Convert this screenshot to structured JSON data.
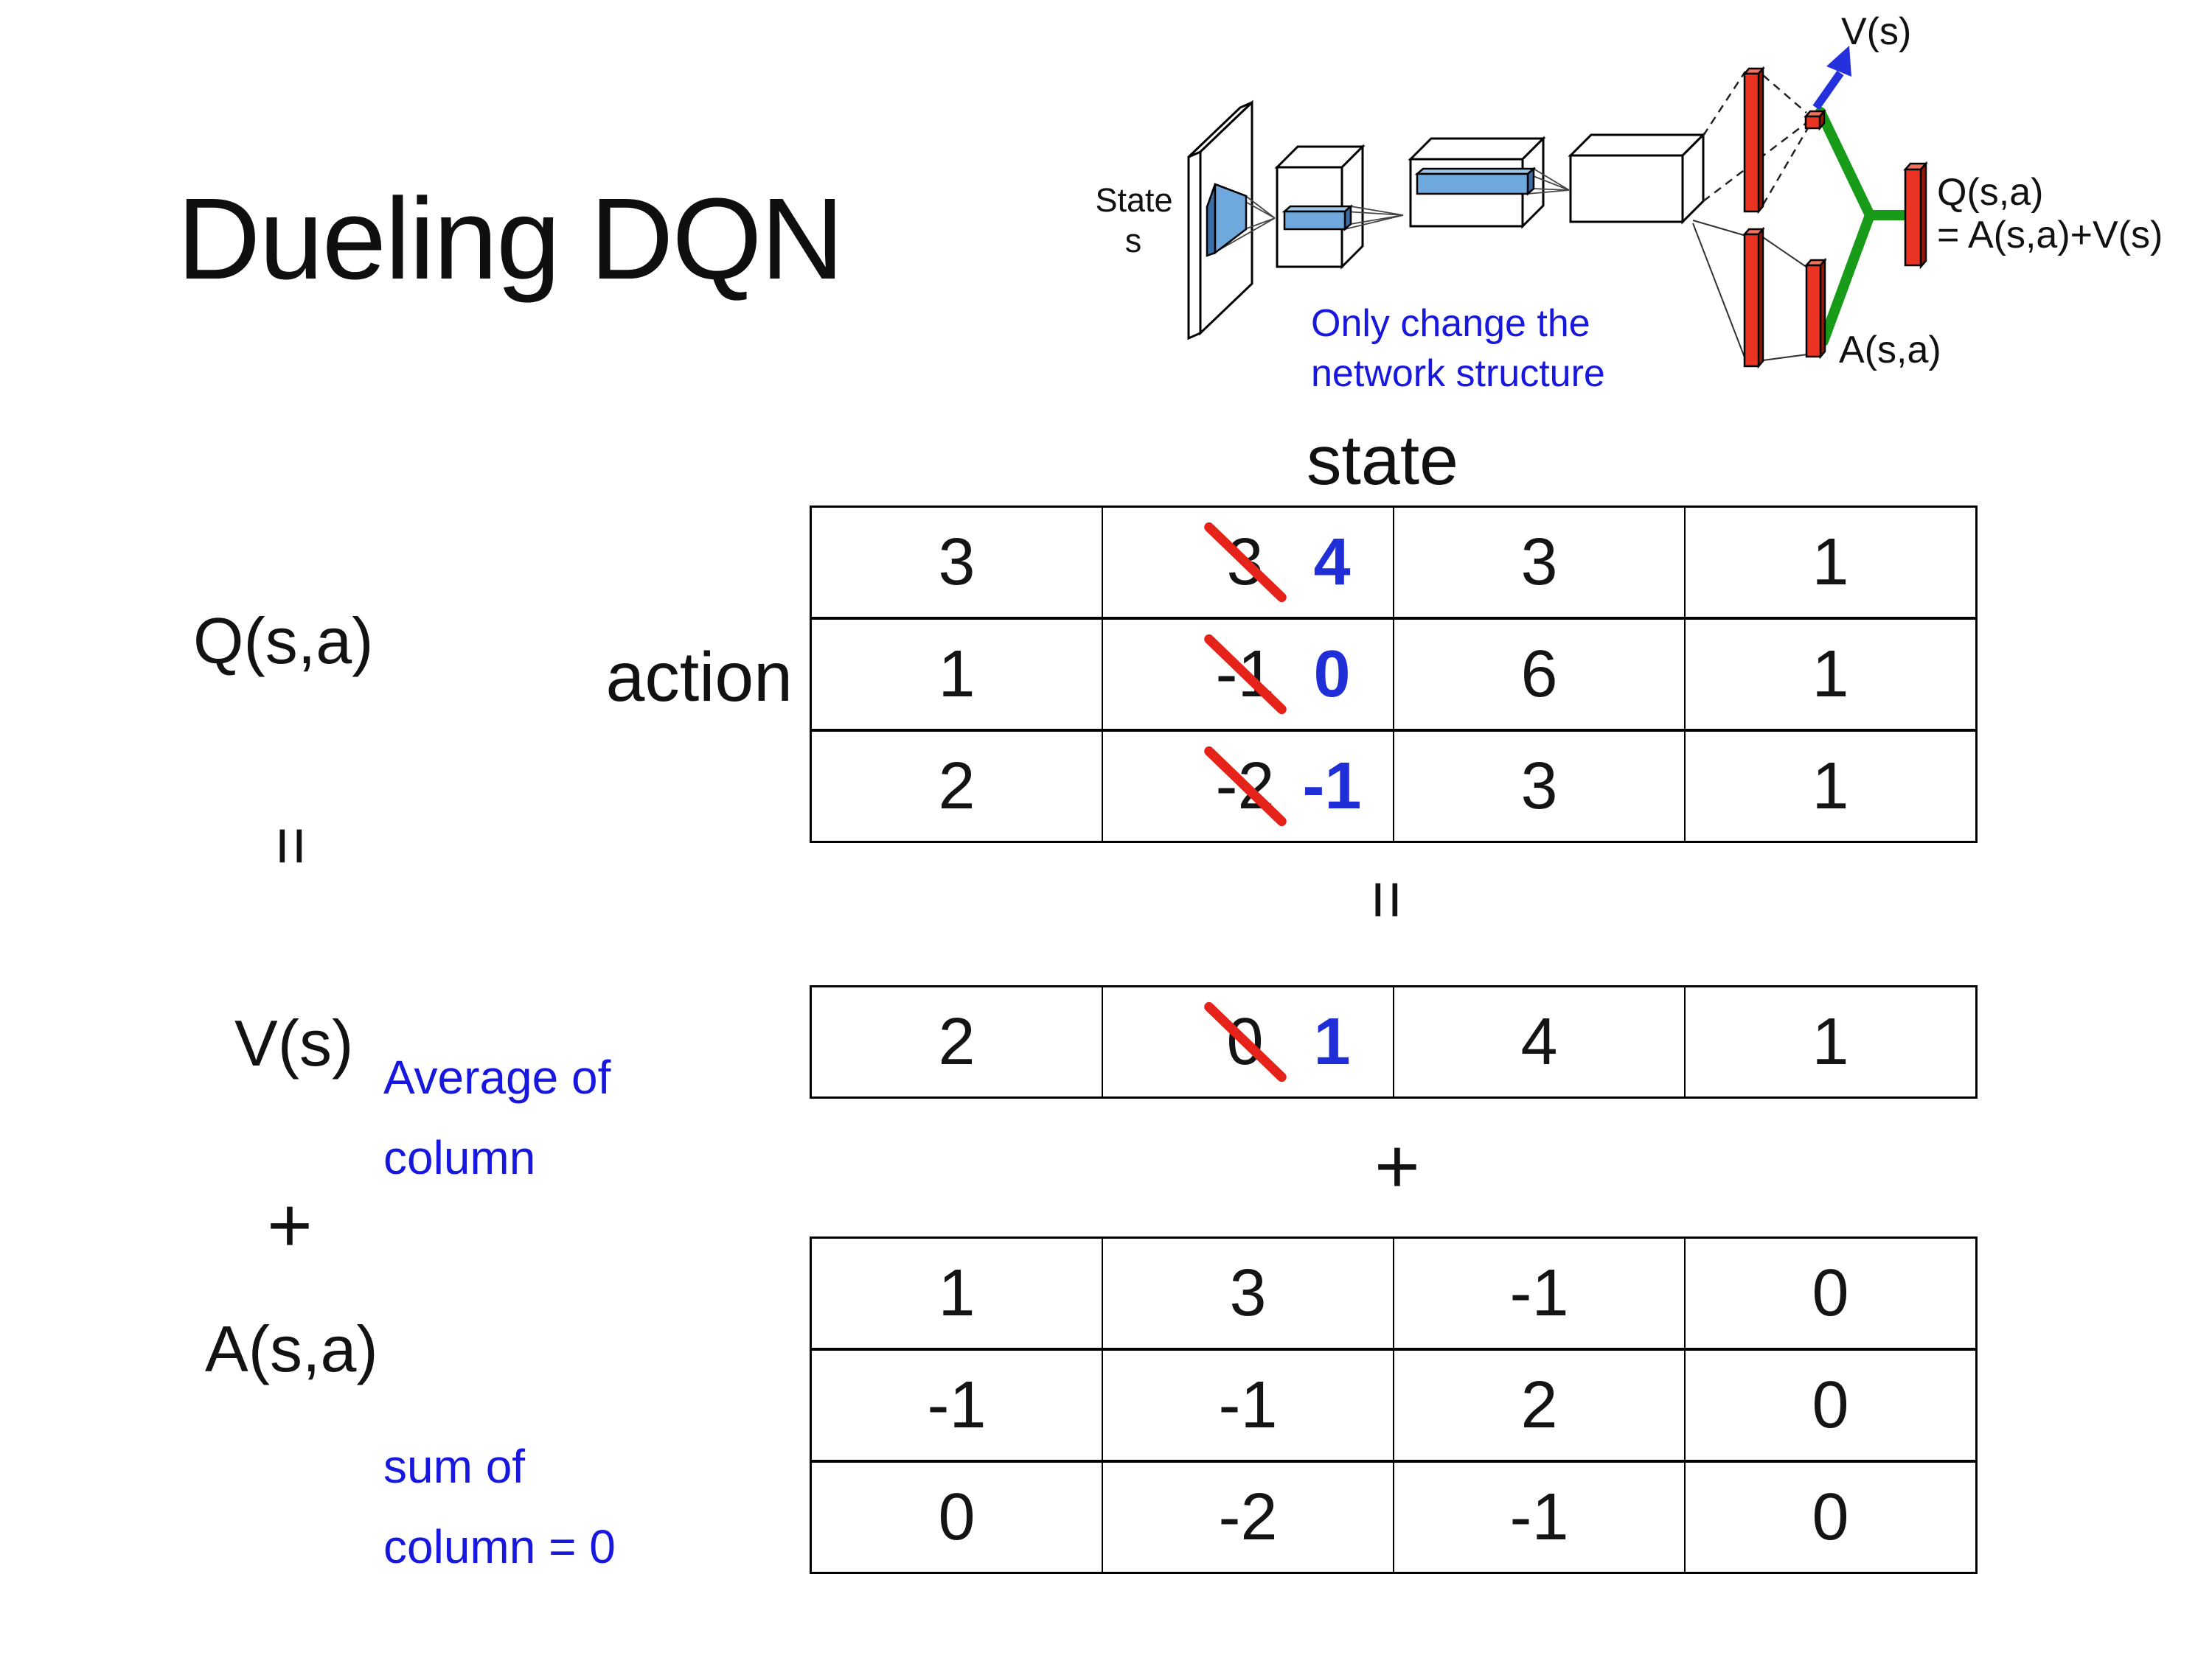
{
  "slide": {
    "title": "Dueling DQN"
  },
  "network_diagram": {
    "input_label": {
      "line1": "State",
      "line2": "s"
    },
    "note": {
      "line1": "Only change the",
      "line2": "network structure"
    },
    "value_output_label": "V(s)",
    "q_output_label": "Q(s,a)",
    "q_output_formula": "= A(s,a)+V(s)",
    "advantage_output_label": "A(s,a)",
    "colors": {
      "bar_red": "#ea3323",
      "bar_red_dark": "#9c1708",
      "merge_green": "#189b18",
      "arrow_blue": "#2431dd",
      "slab_blue": "#6fa8dc",
      "slab_blue_dark": "#3a6ea5",
      "slab_blue_light": "#9fc5e8",
      "note_blue": "#1717dd"
    }
  },
  "decomposition": {
    "q_matrix_label": "Q(s,a)",
    "equals_left": "=",
    "v_vector_label": "V(s)",
    "plus_left": "+",
    "a_matrix_label": "A(s,a)",
    "state_header": "state",
    "action_header": "action",
    "equals_center": "=",
    "plus_center": "+",
    "average_note": {
      "line1": "Average of",
      "line2": "column"
    },
    "sum_note": {
      "line1": "sum of",
      "line2": "column = 0"
    },
    "highlight_color": "#1f2ed6",
    "strike_color": "#e6231a",
    "q_table": {
      "rows": [
        {
          "cells": [
            {
              "v": "3"
            },
            {
              "v": "3",
              "new": "4"
            },
            {
              "v": "3"
            },
            {
              "v": "1"
            }
          ]
        },
        {
          "cells": [
            {
              "v": "1"
            },
            {
              "v": "-1",
              "new": "0"
            },
            {
              "v": "6"
            },
            {
              "v": "1"
            }
          ]
        },
        {
          "cells": [
            {
              "v": "2"
            },
            {
              "v": "-2",
              "new": "-1"
            },
            {
              "v": "3"
            },
            {
              "v": "1"
            }
          ]
        }
      ]
    },
    "v_table": {
      "rows": [
        {
          "cells": [
            {
              "v": "2"
            },
            {
              "v": "0",
              "new": "1"
            },
            {
              "v": "4"
            },
            {
              "v": "1"
            }
          ]
        }
      ]
    },
    "a_table": {
      "rows": [
        {
          "cells": [
            {
              "v": "1"
            },
            {
              "v": "3"
            },
            {
              "v": "-1"
            },
            {
              "v": "0"
            }
          ]
        },
        {
          "cells": [
            {
              "v": "-1"
            },
            {
              "v": "-1"
            },
            {
              "v": "2"
            },
            {
              "v": "0"
            }
          ]
        },
        {
          "cells": [
            {
              "v": "0"
            },
            {
              "v": "-2"
            },
            {
              "v": "-1"
            },
            {
              "v": "0"
            }
          ]
        }
      ]
    }
  }
}
